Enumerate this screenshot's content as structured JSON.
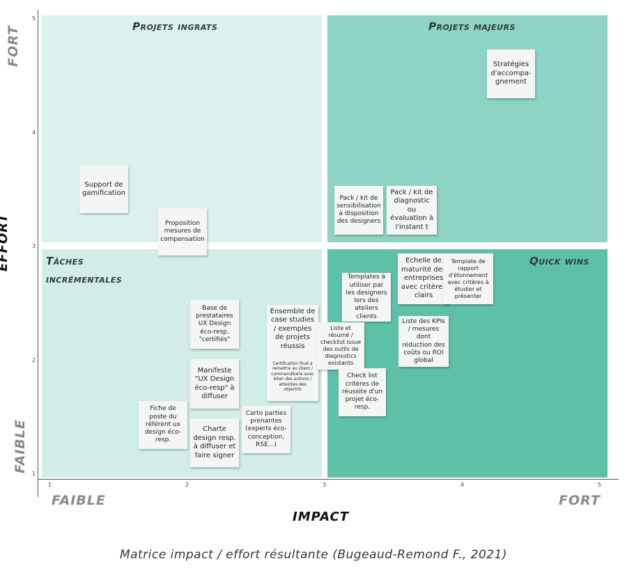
{
  "colors": {
    "q_tl": "#dcf1ee",
    "q_tr": "#8ed3c3",
    "q_bl": "#d2ede8",
    "q_br": "#5fc0a8",
    "note": "#f4f5f5"
  },
  "quadrants": {
    "top_left": "Projets ingrats",
    "top_right": "Projets majeurs",
    "bottom_left_1": "Tâches",
    "bottom_left_2": "incrémentales",
    "bottom_right": "Quick wins"
  },
  "axes": {
    "y_title": "EFFORT",
    "x_title": "IMPACT",
    "y_high": "FORT",
    "y_low": "FAIBLE",
    "x_low": "FAIBLE",
    "x_high": "FORT",
    "y_ticks": [
      "5",
      "4",
      "3",
      "2",
      "1"
    ],
    "x_ticks": [
      "1",
      "2",
      "3",
      "4",
      "5"
    ]
  },
  "notes": [
    {
      "id": "strategies",
      "text": "Stratégies d'accompa-gnement"
    },
    {
      "id": "support-gamification",
      "text": "Support de gamification"
    },
    {
      "id": "mesures-compensation",
      "text": "Proposition mesures de compensation"
    },
    {
      "id": "pack-sensibilisation",
      "text": "Pack / kit de sensibilisation à disposition des designers"
    },
    {
      "id": "pack-diagnostic",
      "text": "Pack / kit de diagnostic ou évaluation à l'instant t"
    },
    {
      "id": "echelle-maturite",
      "text": "Echelle de maturité des entreprises avec critères clairs"
    },
    {
      "id": "template-rapport",
      "text": "Template de rapport d'étonnement avec critères à étudier et présenter"
    },
    {
      "id": "templates-ateliers",
      "text": "Templates à utiliser par les designers lors des ateliers clients"
    },
    {
      "id": "kpis",
      "text": "Liste des KPIs / mesures dont réduction des coûts ou ROI global"
    },
    {
      "id": "base-prestataires",
      "text": "Base de prestataires UX Design éco-resp. \"certifiés\""
    },
    {
      "id": "case-studies",
      "text": "Ensemble de case studies / exemples de projets réussis"
    },
    {
      "id": "certification-final",
      "text": "Certification final à remettre au client / commanditaire avec bilan des actions / atteintes des objectifs"
    },
    {
      "id": "liste-resume",
      "text": "Liste et résumé / checklist issue des outils de diagnostics existants"
    },
    {
      "id": "manifeste",
      "text": "Manifeste \"UX Design éco-resp\" à diffuser"
    },
    {
      "id": "check-list",
      "text": "Check list critères de réussite d'un projet éco-resp."
    },
    {
      "id": "fiche-poste",
      "text": "Fiche de poste du référent ux design éco-resp."
    },
    {
      "id": "charte-design",
      "text": "Charte design resp. à diffuser et faire signer"
    },
    {
      "id": "carto-parties",
      "text": "Carto parties prenantes (experts éco-conception, RSE...)"
    }
  ],
  "caption": "Matrice impact / effort résultante (Bugeaud-Remond F., 2021)"
}
